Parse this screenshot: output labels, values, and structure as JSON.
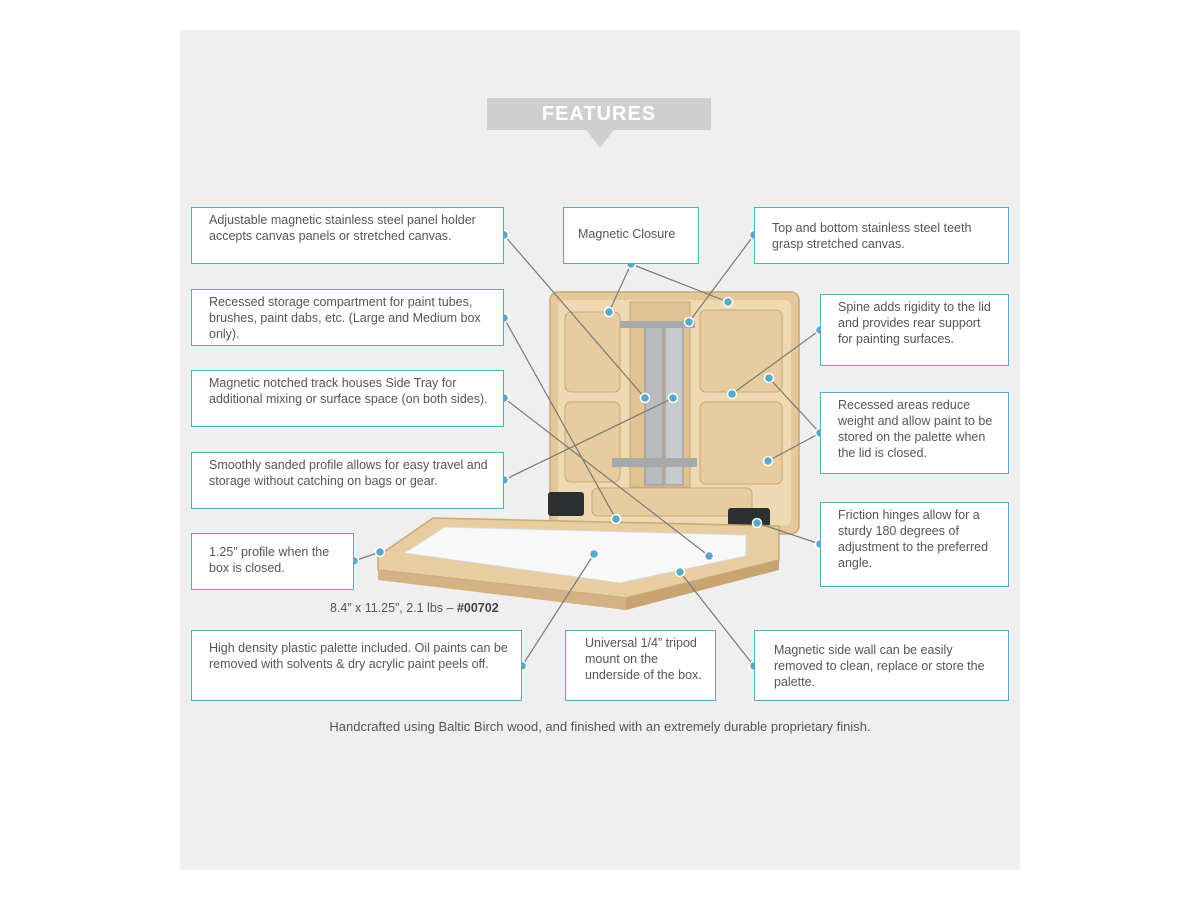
{
  "header": {
    "title": "FEATURES"
  },
  "callouts": {
    "panel_holder": "Adjustable magnetic stainless steel panel holder accepts canvas panels or stretched canvas.",
    "magnetic_closure": "Magnetic Closure",
    "steel_teeth": "Top and bottom stainless steel teeth grasp stretched canvas.",
    "storage": "Recessed storage compartment for paint tubes, brushes, paint dabs, etc. (Large and Medium box only).",
    "spine": "Spine adds rigidity to the lid and provides rear support for painting surfaces.",
    "side_tray": "Magnetic notched track houses Side Tray for additional mixing or surface space (on both sides).",
    "recessed_areas": "Recessed areas reduce weight and allow paint to be stored on the palette when the lid is closed.",
    "sanded_profile": "Smoothly sanded profile allows for easy travel and storage without catching on bags or gear.",
    "friction_hinges": "Friction hinges allow for a sturdy 180 degrees of adjustment to the preferred angle.",
    "profile": "1.25” profile when the box is closed.",
    "palette": "High density plastic palette included. Oil paints can be removed with solvents & dry acrylic paint peels off.",
    "tripod": "Universal 1/4” tripod mount on the underside of the box.",
    "side_wall": "Magnetic side wall can be easily removed to clean, replace or store the palette."
  },
  "dimensions": {
    "size": "8.4” x 11.25”, 2.1 lbs – ",
    "sku": "#00702"
  },
  "footer": "Handcrafted using Baltic Birch wood, and finished with an extremely durable proprietary finish.",
  "colors": {
    "accent": "#5aa9c9",
    "panel": "#efefef",
    "banner": "#cfcfcf",
    "wood": "#e8cfa3"
  }
}
